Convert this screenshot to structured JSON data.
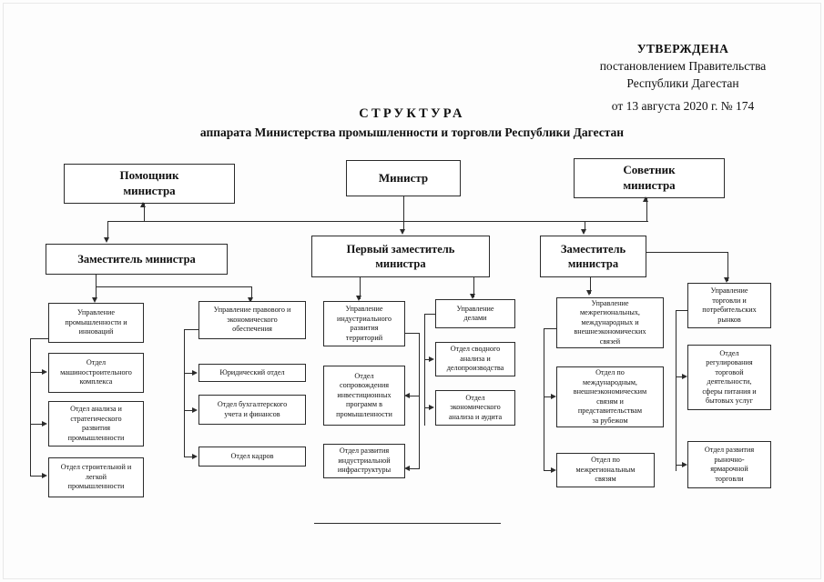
{
  "document": {
    "approval": {
      "line1": "УТВЕРЖДЕНА",
      "line2": "постановлением Правительства",
      "line3": "Республики Дагестан",
      "line4": "от 13 августа 2020 г. № 174"
    },
    "title": "СТРУКТУРА",
    "subtitle": "аппарата Министерства промышленности и торговли Республики Дагестан"
  },
  "chart": {
    "level1": [
      {
        "id": "assistant",
        "label": "Помощник\nминистра"
      },
      {
        "id": "minister",
        "label": "Министр"
      },
      {
        "id": "advisor",
        "label": "Советник\nминистра"
      }
    ],
    "level2": [
      {
        "id": "deputy-left",
        "label": "Заместитель министра"
      },
      {
        "id": "first-deputy",
        "label": "Первый заместитель\nминистра"
      },
      {
        "id": "deputy-right",
        "label": "Заместитель\nминистра"
      }
    ],
    "columns": [
      {
        "id": "col-industry",
        "head": "Управление\nпромышленности и\nинноваций",
        "units": [
          "Отдел\nмашиностроительного\nкомплекса",
          "Отдел анализа и\nстратегического\nразвития\nпромышленности",
          "Отдел строительной и\nлегкой\nпромышленности"
        ]
      },
      {
        "id": "col-legal",
        "head": "Управление правового и\nэкономического\nобеспечения",
        "units": [
          "Юридический отдел",
          "Отдел бухгалтерского\nучета и финансов",
          "Отдел кадров"
        ]
      },
      {
        "id": "col-territory",
        "head": "Управление\nиндустриального\nразвития\nтерриторий",
        "units": [
          "Отдел\nсопровождения\nинвестиционных\nпрограмм в\nпромышленности",
          "Отдел развития\nиндустриальной\nинфраструктуры"
        ]
      },
      {
        "id": "col-affairs",
        "head": "Управление\nделами",
        "units": [
          "Отдел сводного\nанализа и\nделопроизводства",
          "Отдел\nэкономического\nанализа и аудита"
        ]
      },
      {
        "id": "col-foreign",
        "head": "Управление\nмежрегиональных,\nмеждународных и\nвнешнеэкономических\nсвязей",
        "units": [
          "Отдел по\nмеждународным,\nвнешнеэкономическим\nсвязям и\nпредставительствам\nза рубежом",
          "Отдел по\nмежрегиональным\nсвязям"
        ]
      },
      {
        "id": "col-trade",
        "head": "Управление\nторговли и\nпотребительских\nрынков",
        "units": [
          "Отдел\nрегулирования\nторговой\nдеятельности,\nсферы питания и\nбытовых услуг",
          "Отдел развития\nрыночно-\nярмарочной\nторговли"
        ]
      }
    ]
  }
}
